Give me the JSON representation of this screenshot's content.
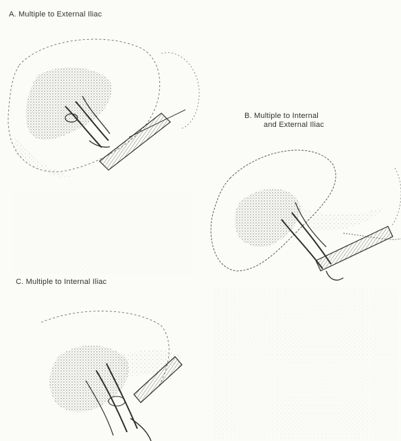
{
  "panels": [
    {
      "id": "A",
      "caption": "A. Multiple to External Iliac"
    },
    {
      "id": "B",
      "caption_line1": "B. Multiple to Internal",
      "caption_line2": "and External Iliac"
    },
    {
      "id": "C",
      "caption": "C. Multiple to Internal Iliac"
    }
  ],
  "colors": {
    "paper": "#fbfbf8",
    "ink": "#303030",
    "shading": "#5a5a5a"
  }
}
